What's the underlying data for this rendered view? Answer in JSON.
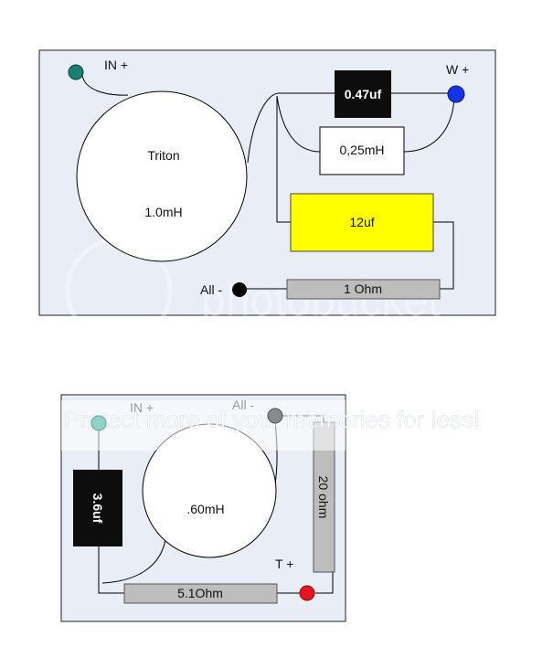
{
  "top_diagram": {
    "in_plus": "IN +",
    "w_plus": "W +",
    "all_minus": "All -",
    "inductor_name": "Triton",
    "inductor_value": "1.0mH",
    "cap_047": "0.47uf",
    "ind_025": "0,25mH",
    "cap_12": "12uf",
    "res_1": "1 Ohm"
  },
  "bottom_diagram": {
    "in_plus": "IN +",
    "all_minus": "All -",
    "t_plus": "T +",
    "cap_36": "3.6uf",
    "inductor_value": ".60mH",
    "res_20": "20 ohm",
    "res_51": "5.1Ohm"
  },
  "watermark": {
    "word": "photobucket",
    "overlay_text": "Protect more of your memories for less!"
  },
  "colors": {
    "panel_bg": "#e9edf6",
    "cap_black": "#0d0d0d",
    "cap_yellow": "#ffff00",
    "resistor_gray": "#bdbdbd",
    "node_teal": "#1a7f72",
    "node_blue": "#1434e8",
    "node_red": "#e8141e",
    "node_black": "#000000"
  }
}
